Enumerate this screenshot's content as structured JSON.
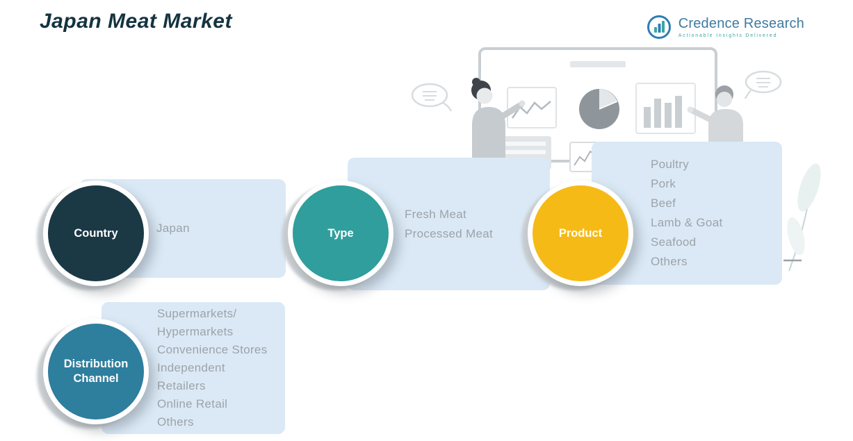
{
  "page": {
    "title": "Japan Meat Market"
  },
  "logo": {
    "name": "Credence Research",
    "tagline": "Actionable Insights Delivered",
    "icon": "bar-chart-circle-icon"
  },
  "colors": {
    "title": "#14333f",
    "panel_bg": "#dbe9f6",
    "item_text": "#9ca3a9",
    "logo_blue": "#3f7aa0",
    "logo_teal": "#3aa5a3"
  },
  "segments": [
    {
      "label": "Country",
      "color": "#1b3845",
      "items": [
        "Japan"
      ]
    },
    {
      "label": "Type",
      "color": "#2f9e9c",
      "items": [
        "Fresh Meat",
        "Processed Meat"
      ]
    },
    {
      "label": "Product",
      "color": "#f6ba17",
      "items": [
        "Poultry",
        "Pork",
        "Beef",
        "Lamb & Goat",
        "Seafood",
        "Others"
      ]
    },
    {
      "label": "Distribution Channel",
      "color": "#2e7e9e",
      "items": [
        "Supermarkets/ Hypermarkets",
        "Convenience Stores",
        "Independent Retailers",
        "Online Retail",
        "Others"
      ]
    }
  ]
}
